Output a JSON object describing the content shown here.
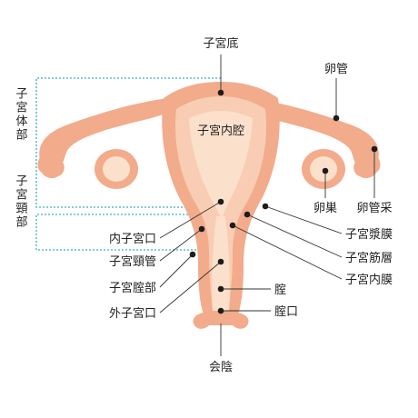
{
  "colors": {
    "outer": "#f2ab8b",
    "inner": "#f8cdb3",
    "cavity": "#fbe0cc",
    "bracket": "#5bbfc3"
  },
  "labels": {
    "fundus": "子宮底",
    "fallopian_tube": "卵管",
    "uterine_cavity": "子宮内腔",
    "ovary": "卵巣",
    "fimbriae": "卵管采",
    "perimetrium": "子宮漿膜",
    "myometrium": "子宮筋層",
    "endometrium": "子宮内膜",
    "internal_os": "内子宮口",
    "cervical_canal": "子宮頸管",
    "vaginal_part": "子宮腟部",
    "external_os": "外子宮口",
    "vagina": "腟",
    "vaginal_opening": "腟口",
    "perineum": "会陰",
    "body_of_uterus": "子宮体部",
    "cervix": "子宮頸部"
  }
}
